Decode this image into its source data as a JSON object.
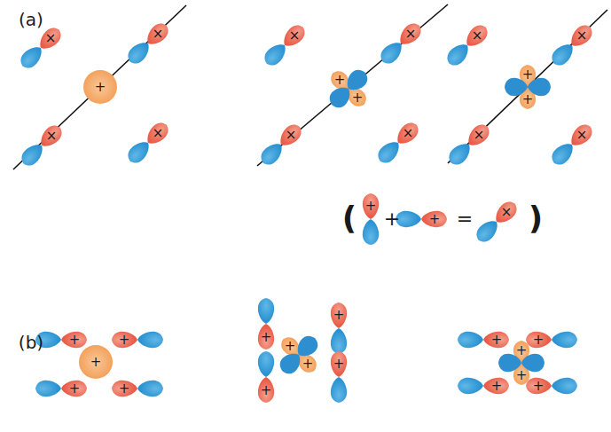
{
  "diagram": {
    "labels": [
      "(a)",
      "×",
      "×",
      "+",
      "×",
      "×",
      "×",
      "×",
      "+",
      "+",
      "×",
      "×",
      "×",
      "×",
      "+",
      "+",
      "×",
      "×",
      "(",
      "+",
      "+",
      "+",
      "=",
      "×",
      ")",
      "(b)",
      "+",
      "+",
      "+",
      "+",
      "+",
      "+",
      "+",
      "+",
      "+",
      "+",
      "+",
      "+",
      "+",
      "+",
      "+",
      "+",
      "+"
    ]
  }
}
